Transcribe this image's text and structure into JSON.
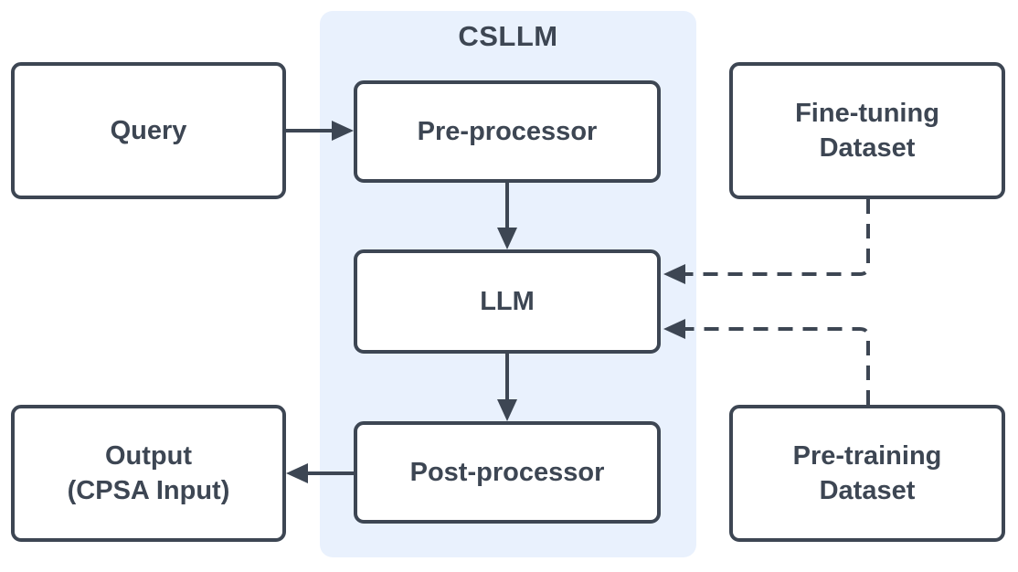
{
  "diagram": {
    "group": {
      "title": "CSLLM"
    },
    "nodes": {
      "query": {
        "label": "Query"
      },
      "pre_processor": {
        "label": "Pre-processor"
      },
      "llm": {
        "label": "LLM"
      },
      "post_processor": {
        "label": "Post-processor"
      },
      "output": {
        "label_line1": "Output",
        "label_line2": "(CPSA Input)"
      },
      "fine_tuning": {
        "label_line1": "Fine-tuning",
        "label_line2": "Dataset"
      },
      "pre_training": {
        "label_line1": "Pre-training",
        "label_line2": "Dataset"
      }
    },
    "edges": [
      {
        "from": "Query",
        "to": "Pre-processor",
        "style": "solid"
      },
      {
        "from": "Pre-processor",
        "to": "LLM",
        "style": "solid"
      },
      {
        "from": "LLM",
        "to": "Post-processor",
        "style": "solid"
      },
      {
        "from": "Post-processor",
        "to": "Output (CPSA Input)",
        "style": "solid"
      },
      {
        "from": "Fine-tuning Dataset",
        "to": "LLM",
        "style": "dashed"
      },
      {
        "from": "Pre-training Dataset",
        "to": "LLM",
        "style": "dashed"
      }
    ],
    "colors": {
      "node_border": "#3d4653",
      "node_fill": "#ffffff",
      "group_fill": "#e9f1fd",
      "text": "#3d4653",
      "background": "#ffffff"
    }
  }
}
